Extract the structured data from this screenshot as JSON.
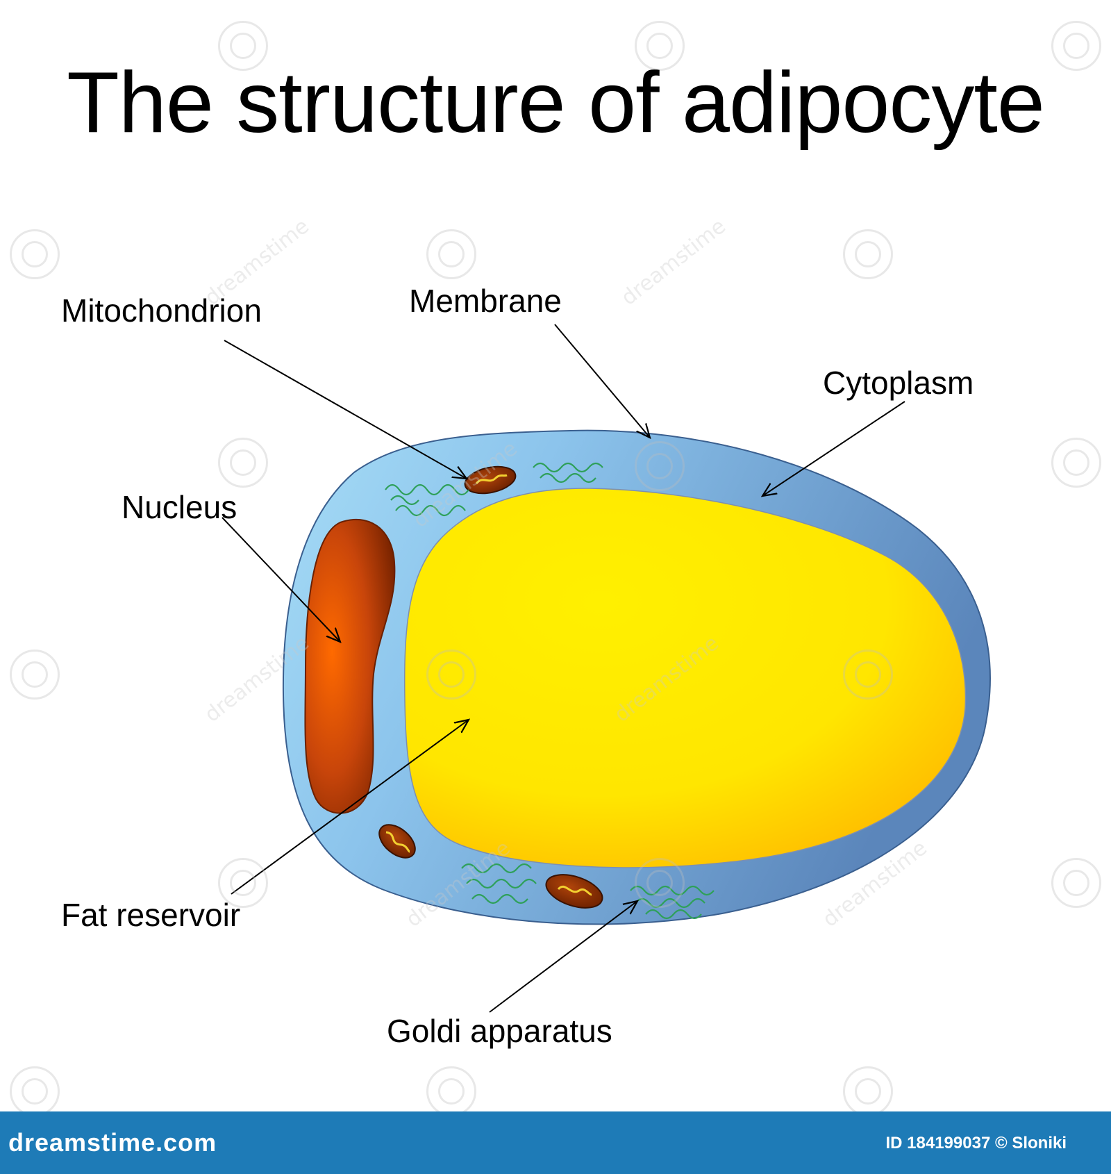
{
  "title": "The structure of adipocyte",
  "labels": {
    "mitochondrion": "Mitochondrion",
    "membrane": "Membrane",
    "cytoplasm": "Cytoplasm",
    "nucleus": "Nucleus",
    "fat_reservoir": "Fat reservoir",
    "golgi": "Goldi apparatus"
  },
  "footer": {
    "brand": "dreamstime.com",
    "credit": "ID 184199037 © Sloniki"
  },
  "watermark": "dreamstime",
  "colors": {
    "cytoplasm_light": "#a6dcf6",
    "cytoplasm_dark": "#5b86bb",
    "fat_yellow": "#ffec00",
    "fat_orange": "#ffb400",
    "nucleus_orange": "#ff6a00",
    "nucleus_brown": "#8a2a00",
    "golgi_green": "#2fa05a",
    "footer_blue": "#1e7bb7"
  }
}
